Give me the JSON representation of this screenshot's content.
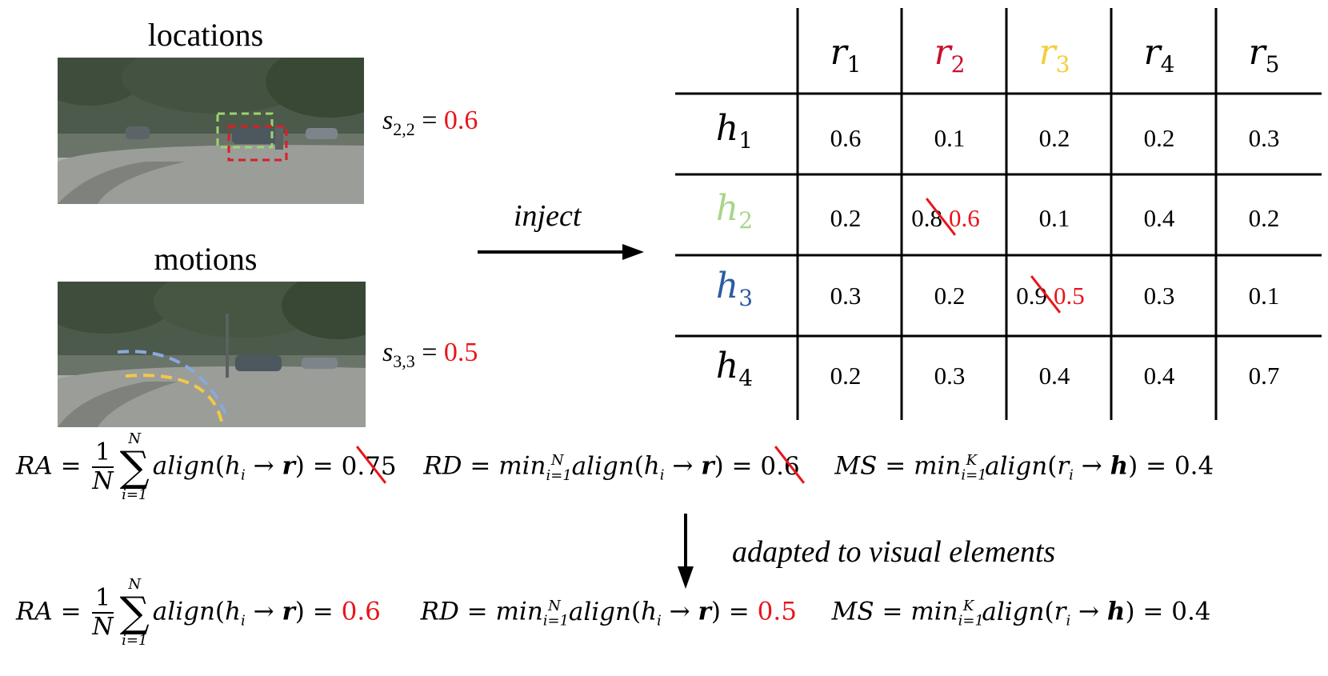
{
  "images": {
    "locations_title": "locations",
    "motions_title": "motions",
    "score_loc": {
      "label": "s",
      "sub": "2,2",
      "eq": " = ",
      "value": "0.6"
    },
    "score_mot": {
      "label": "s",
      "sub": "3,3",
      "eq": " = ",
      "value": "0.5"
    }
  },
  "arrow_label": "inject",
  "table": {
    "col_headers": [
      {
        "base": "r",
        "sub": "1",
        "color": "#000000"
      },
      {
        "base": "r",
        "sub": "2",
        "color": "#c8102e"
      },
      {
        "base": "r",
        "sub": "3",
        "color": "#f5cd3a"
      },
      {
        "base": "r",
        "sub": "4",
        "color": "#000000"
      },
      {
        "base": "r",
        "sub": "5",
        "color": "#000000"
      }
    ],
    "row_headers": [
      {
        "base": "h",
        "sub": "1",
        "color": "#000000"
      },
      {
        "base": "h",
        "sub": "2",
        "color": "#a8d58a"
      },
      {
        "base": "h",
        "sub": "3",
        "color": "#2d5aa6"
      },
      {
        "base": "h",
        "sub": "4",
        "color": "#000000"
      }
    ],
    "rows": [
      [
        "0.6",
        "0.1",
        "0.2",
        "0.2",
        "0.3"
      ],
      [
        "0.2",
        "0.8",
        "0.1",
        "0.4",
        "0.2"
      ],
      [
        "0.3",
        "0.2",
        "0.9",
        "0.3",
        "0.1"
      ],
      [
        "0.2",
        "0.3",
        "0.4",
        "0.4",
        "0.7"
      ]
    ],
    "replacements": {
      "r2c2": "0.6",
      "r3c3": "0.5"
    }
  },
  "formulas_before": {
    "ra_value": "0.75",
    "rd_value": "0.6",
    "ms_value": "0.4"
  },
  "down_arrow_label": "adapted to visual elements",
  "formulas_after": {
    "ra_value": "0.6",
    "rd_value": "0.5",
    "ms_value": "0.4"
  },
  "formula_text": {
    "ra": "RA",
    "rd": "RD",
    "ms": "MS",
    "align": "align",
    "min": "min",
    "one": "1",
    "n": "N",
    "k": "K",
    "i_eq_1": "i=1",
    "h_i": "h",
    "r_i": "r",
    "sub_i": "i",
    "arrow": " → ",
    "bold_r": "r",
    "bold_h": "h",
    "equals": " = "
  },
  "colors": {
    "red": "#e8151b",
    "green_box": "#9ed36e",
    "red_box": "#d81e2a",
    "blue_curve": "#8aa8de",
    "yellow_curve": "#f2c74a"
  }
}
